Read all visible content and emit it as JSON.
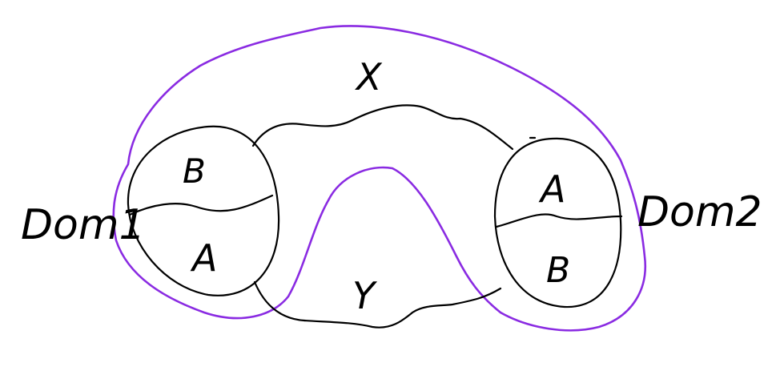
{
  "labels": {
    "x_label": "X",
    "y_label": "Y",
    "left_domain": "Dom1",
    "right_domain": "Dom2",
    "left_top": "B",
    "left_bottom": "A",
    "right_top": "A",
    "right_bottom": "B"
  },
  "colors": {
    "ink": "#000000",
    "outline": "#8a2be2",
    "background": "#ffffff"
  }
}
